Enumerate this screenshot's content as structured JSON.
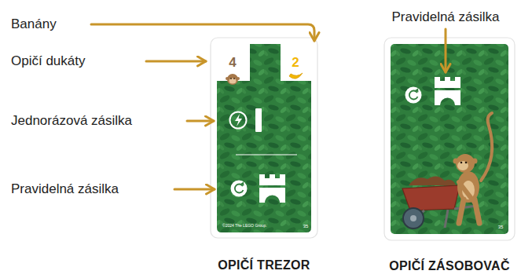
{
  "diagram": {
    "nodes": [
      {
        "text": [
          "OPIČÍ TREZOR"
        ]
      },
      {
        "text": [
          "OPIČÍ ZÁSOBOVAČ"
        ]
      }
    ],
    "labels": [
      "Banány",
      "Opičí dukáty",
      "Jednorázová zásilka",
      "Pravidelná zásilka",
      "Pravidelná zásilka",
      "4",
      "2",
      "©2024 The LEGO Group.",
      "35",
      "35"
    ]
  }
}
